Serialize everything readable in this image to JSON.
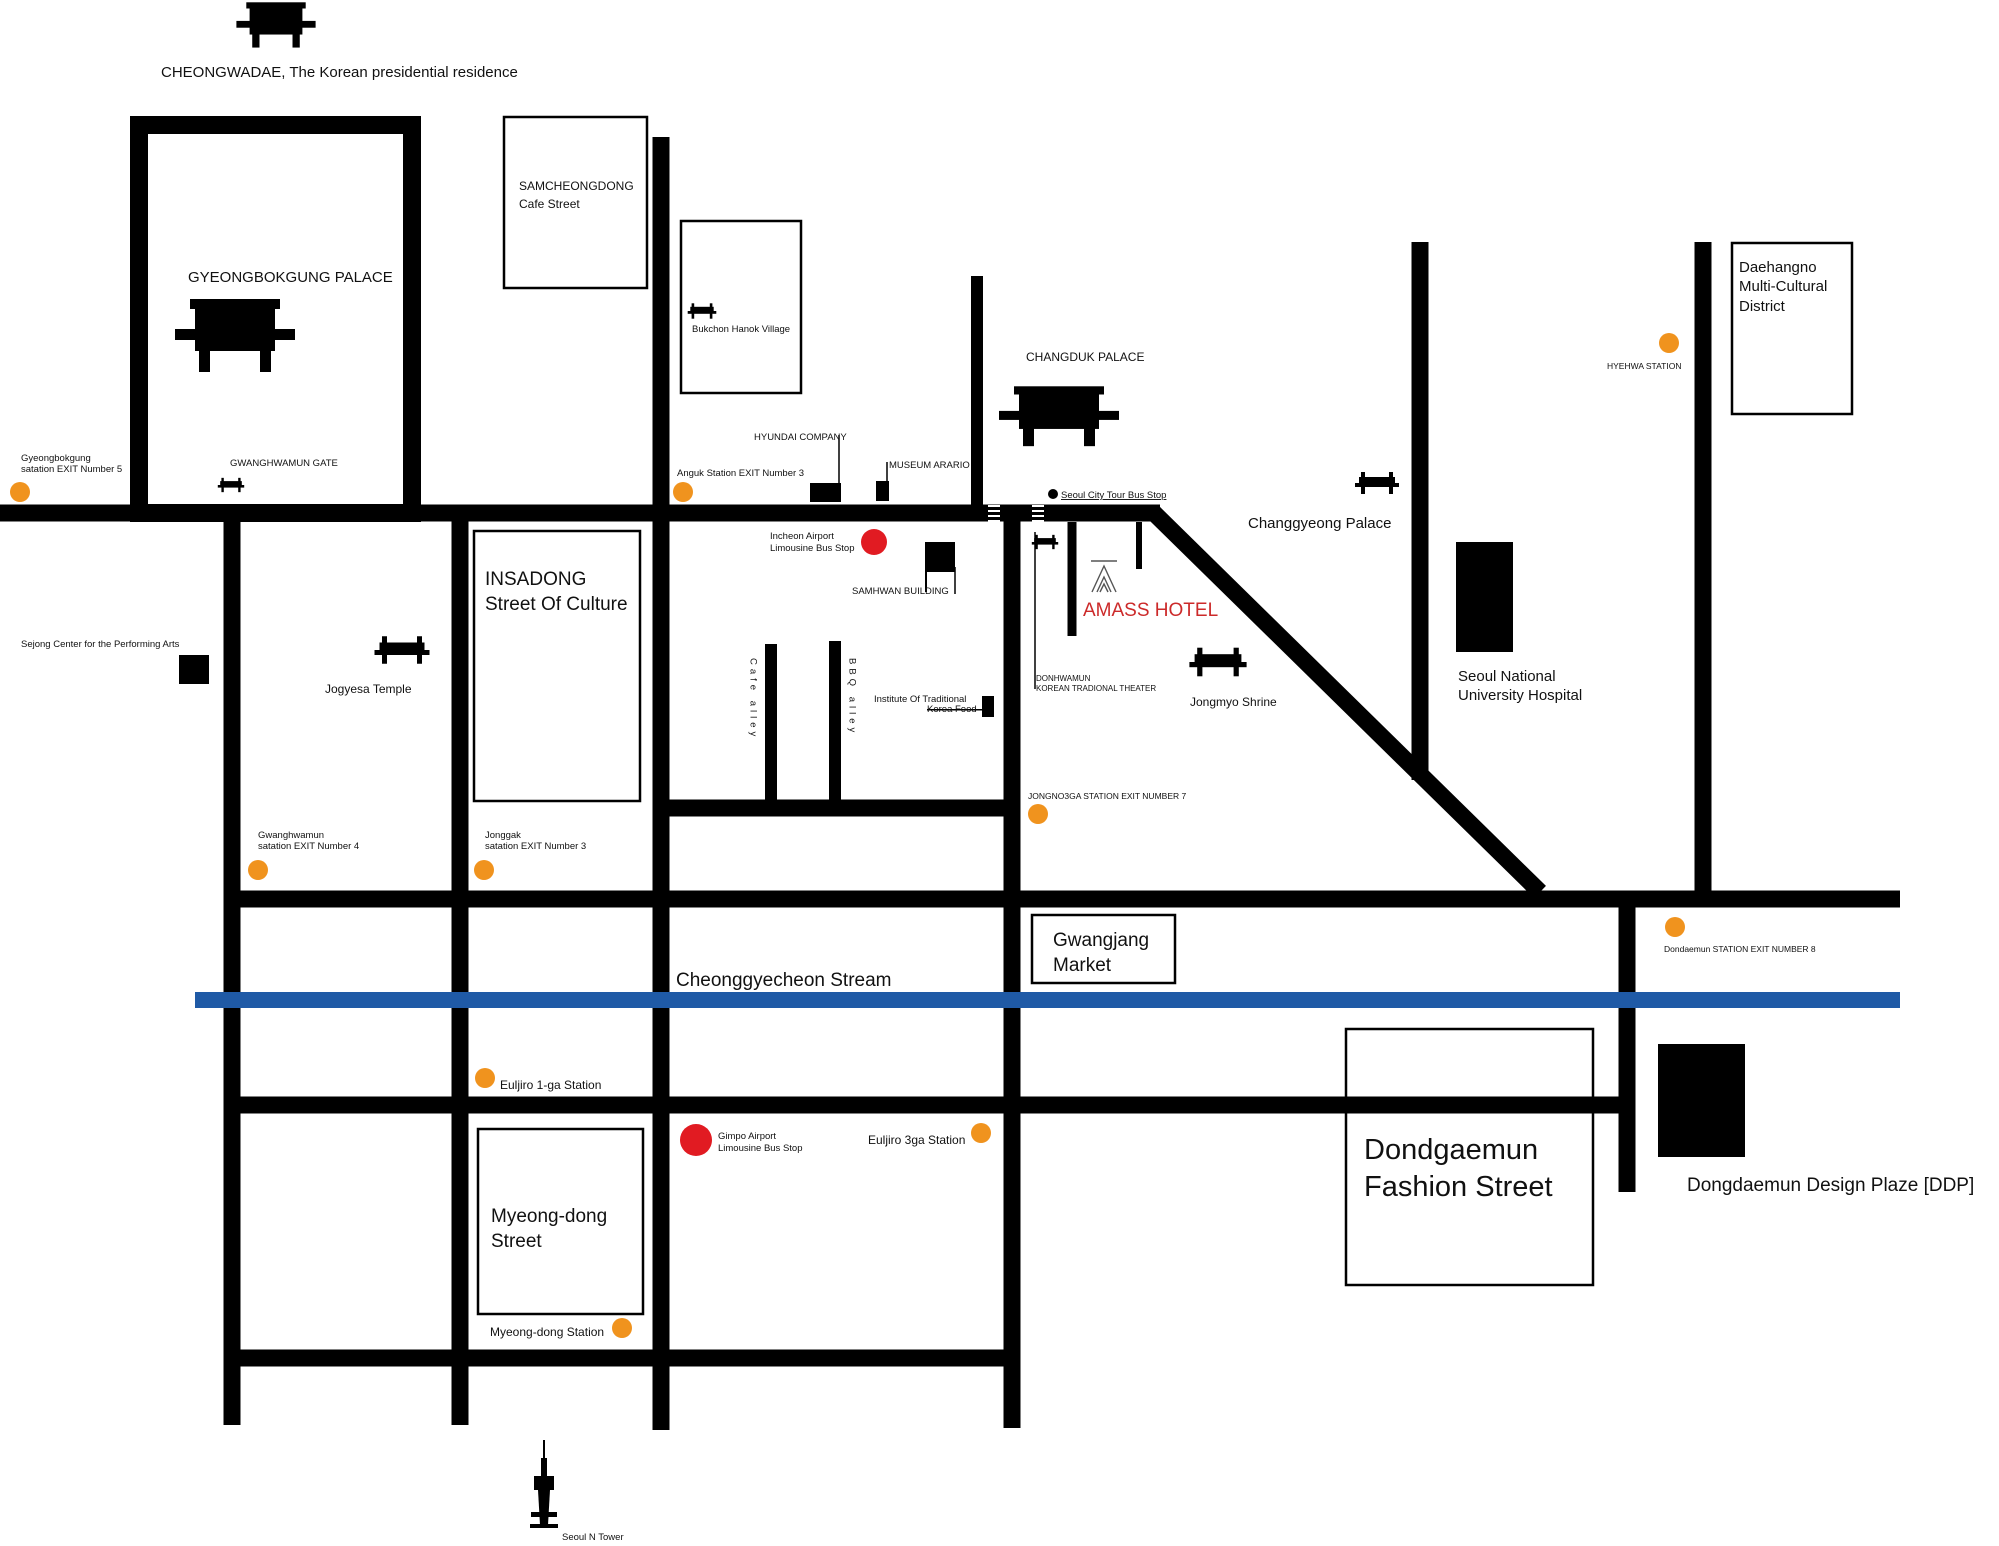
{
  "colors": {
    "road": "#000000",
    "stream": "#1f5aa6",
    "station": "#f0931e",
    "airport_bus": "#e11b22",
    "hotel": "#cc2a2a",
    "background": "#ffffff"
  },
  "landmarks": {
    "cheongwadae": "CHEONGWADAE, The Korean presidential residence",
    "gyeongbokgung": "GYEONGBOKGUNG PALACE",
    "gwanghwamun_gate": "GWANGHWAMUN GATE",
    "samcheongdong_1": "SAMCHEONGDONG",
    "samcheongdong_2": "Cafe Street",
    "bukchon": "Bukchon Hanok Village",
    "changduk": "CHANGDUK PALACE",
    "hyundai": "HYUNDAI COMPANY",
    "museum": "MUSEUM ARARIO",
    "samhwan": "SAMHWAN BUILDING",
    "city_tour": "Seoul City Tour Bus Stop",
    "changgyeong": "Changgyeong Palace",
    "daehangno_1": "Daehangno",
    "daehangno_2": "Multi-Cultural",
    "daehangno_3": "District",
    "sejong": "Sejong Center for the Performing Arts",
    "jogyesa": "Jogyesa Temple",
    "insadong_1": "INSADONG",
    "insadong_2": "Street Of Culture",
    "cafe_alley": "Cafe alley",
    "bbq_alley": "BBQ alley",
    "institute_1": "Institute Of Traditional",
    "institute_2": "Korea Food",
    "donhwamun_1": "DONHWAMUN",
    "donhwamun_2": "KOREAN TRADIONAL THEATER",
    "jongmyo": "Jongmyo Shrine",
    "snuh_1": "Seoul National",
    "snuh_2": "University Hospital",
    "gwangjang_1": "Gwangjang",
    "gwangjang_2": "Market",
    "myeongdong_1": "Myeong-dong",
    "myeongdong_2": "Street",
    "ddm_fashion_1": "Dondgaemun",
    "ddm_fashion_2": "Fashion Street",
    "ddp": "Dongdaemun Design Plaze [DDP]",
    "n_tower": "Seoul N Tower"
  },
  "hotel": {
    "name": "AMASS HOTEL"
  },
  "stream": {
    "label": "Cheonggyecheon Stream"
  },
  "stations": {
    "gyeongbokgung_1": "Gyeongbokgung",
    "gyeongbokgung_2": "satation EXIT Number 5",
    "anguk": "Anguk Station EXIT Number 3",
    "hyehwa": "HYEHWA STATION",
    "gwanghwamun_1": "Gwanghwamun",
    "gwanghwamun_2": "satation EXIT Number 4",
    "jonggak_1": "Jonggak",
    "jonggak_2": "satation EXIT Number 3",
    "jongno3ga": "JONGNO3GA STATION EXIT NUMBER 7",
    "dongdaemun": "Dondaemun STATION EXIT NUMBER 8",
    "euljiro1": "Euljiro 1-ga Station",
    "euljiro3": "Euljiro 3ga Station",
    "myeongdong": "Myeong-dong Station"
  },
  "airport_bus": {
    "incheon_1": "Incheon Airport",
    "incheon_2": "Limousine Bus Stop",
    "gimpo_1": "Gimpo Airport",
    "gimpo_2": "Limousine Bus Stop"
  }
}
